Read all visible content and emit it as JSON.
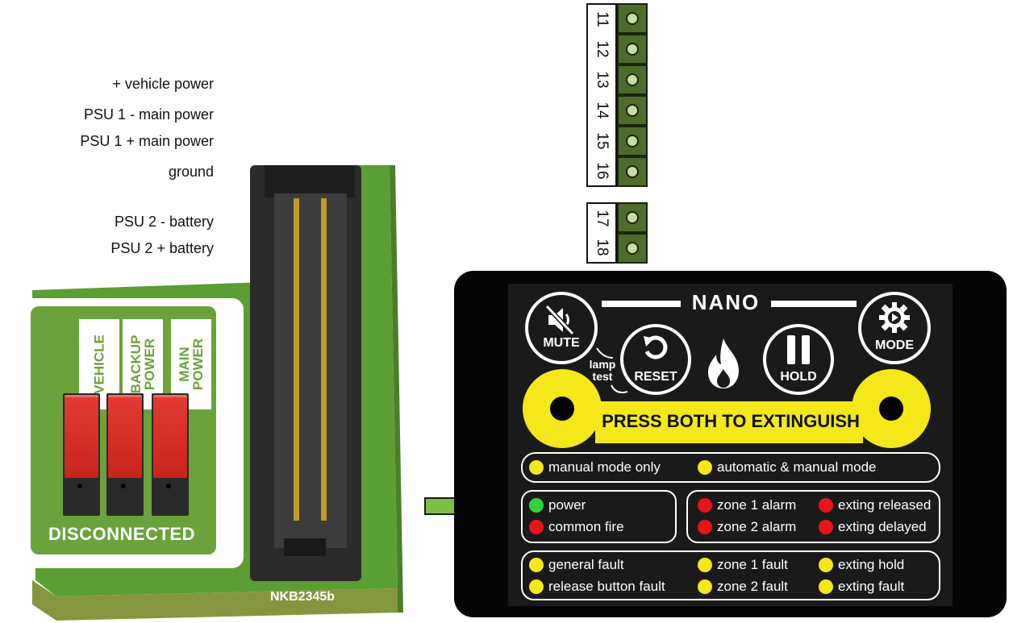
{
  "terminals": [
    {
      "number": "11",
      "label": ""
    },
    {
      "number": "12",
      "label": ""
    },
    {
      "number": "13",
      "label": "+ vehicle  power"
    },
    {
      "number": "14",
      "label": "PSU 1  - main power"
    },
    {
      "number": "15",
      "label": "PSU 1 + main power"
    },
    {
      "number": "16",
      "label": "ground"
    },
    {
      "number": "17",
      "label": "PSU 2  - battery"
    },
    {
      "number": "18",
      "label": "PSU 2 + battery"
    }
  ],
  "board": {
    "switch_labels": [
      "VEHICLE",
      "BACKUP\nPOWER",
      "MAIN\nPOWER"
    ],
    "status_text": "DISCONNECTED",
    "part_number": "NKB2345b"
  },
  "panel": {
    "title": "NANO",
    "buttons": {
      "mute": "MUTE",
      "reset": "RESET",
      "hold": "HOLD",
      "mode": "MODE",
      "lamp_test": "lamp\ntest"
    },
    "extinguish_text": "PRESS BOTH TO EXTINGUISH",
    "mode_leds": [
      {
        "label": "manual mode only",
        "color": "#f4e81a"
      },
      {
        "label": "automatic & manual mode",
        "color": "#f4e81a"
      }
    ],
    "status_leds": [
      {
        "label": "power",
        "color": "#2fd23a"
      },
      {
        "label": "common fire",
        "color": "#e8141c"
      }
    ],
    "alarm_leds": [
      {
        "label": "zone 1 alarm",
        "color": "#e8141c"
      },
      {
        "label": "exting released",
        "color": "#e8141c"
      },
      {
        "label": "zone 2 alarm",
        "color": "#e8141c"
      },
      {
        "label": "exting delayed",
        "color": "#e8141c"
      }
    ],
    "fault_leds": [
      {
        "label": "general fault",
        "color": "#f4e81a"
      },
      {
        "label": "zone 1 fault",
        "color": "#f4e81a"
      },
      {
        "label": "exting hold",
        "color": "#f4e81a"
      },
      {
        "label": "release button fault",
        "color": "#f4e81a"
      },
      {
        "label": "zone 2 fault",
        "color": "#f4e81a"
      },
      {
        "label": "exting fault",
        "color": "#f4e81a"
      }
    ]
  },
  "colors": {
    "pcb_green": "#5b9e34",
    "switch_red": "#d92a22",
    "terminal_green": "#4e6b2c",
    "arrow_green": "#7dbf46",
    "panel_yellow": "#f4e81a"
  }
}
